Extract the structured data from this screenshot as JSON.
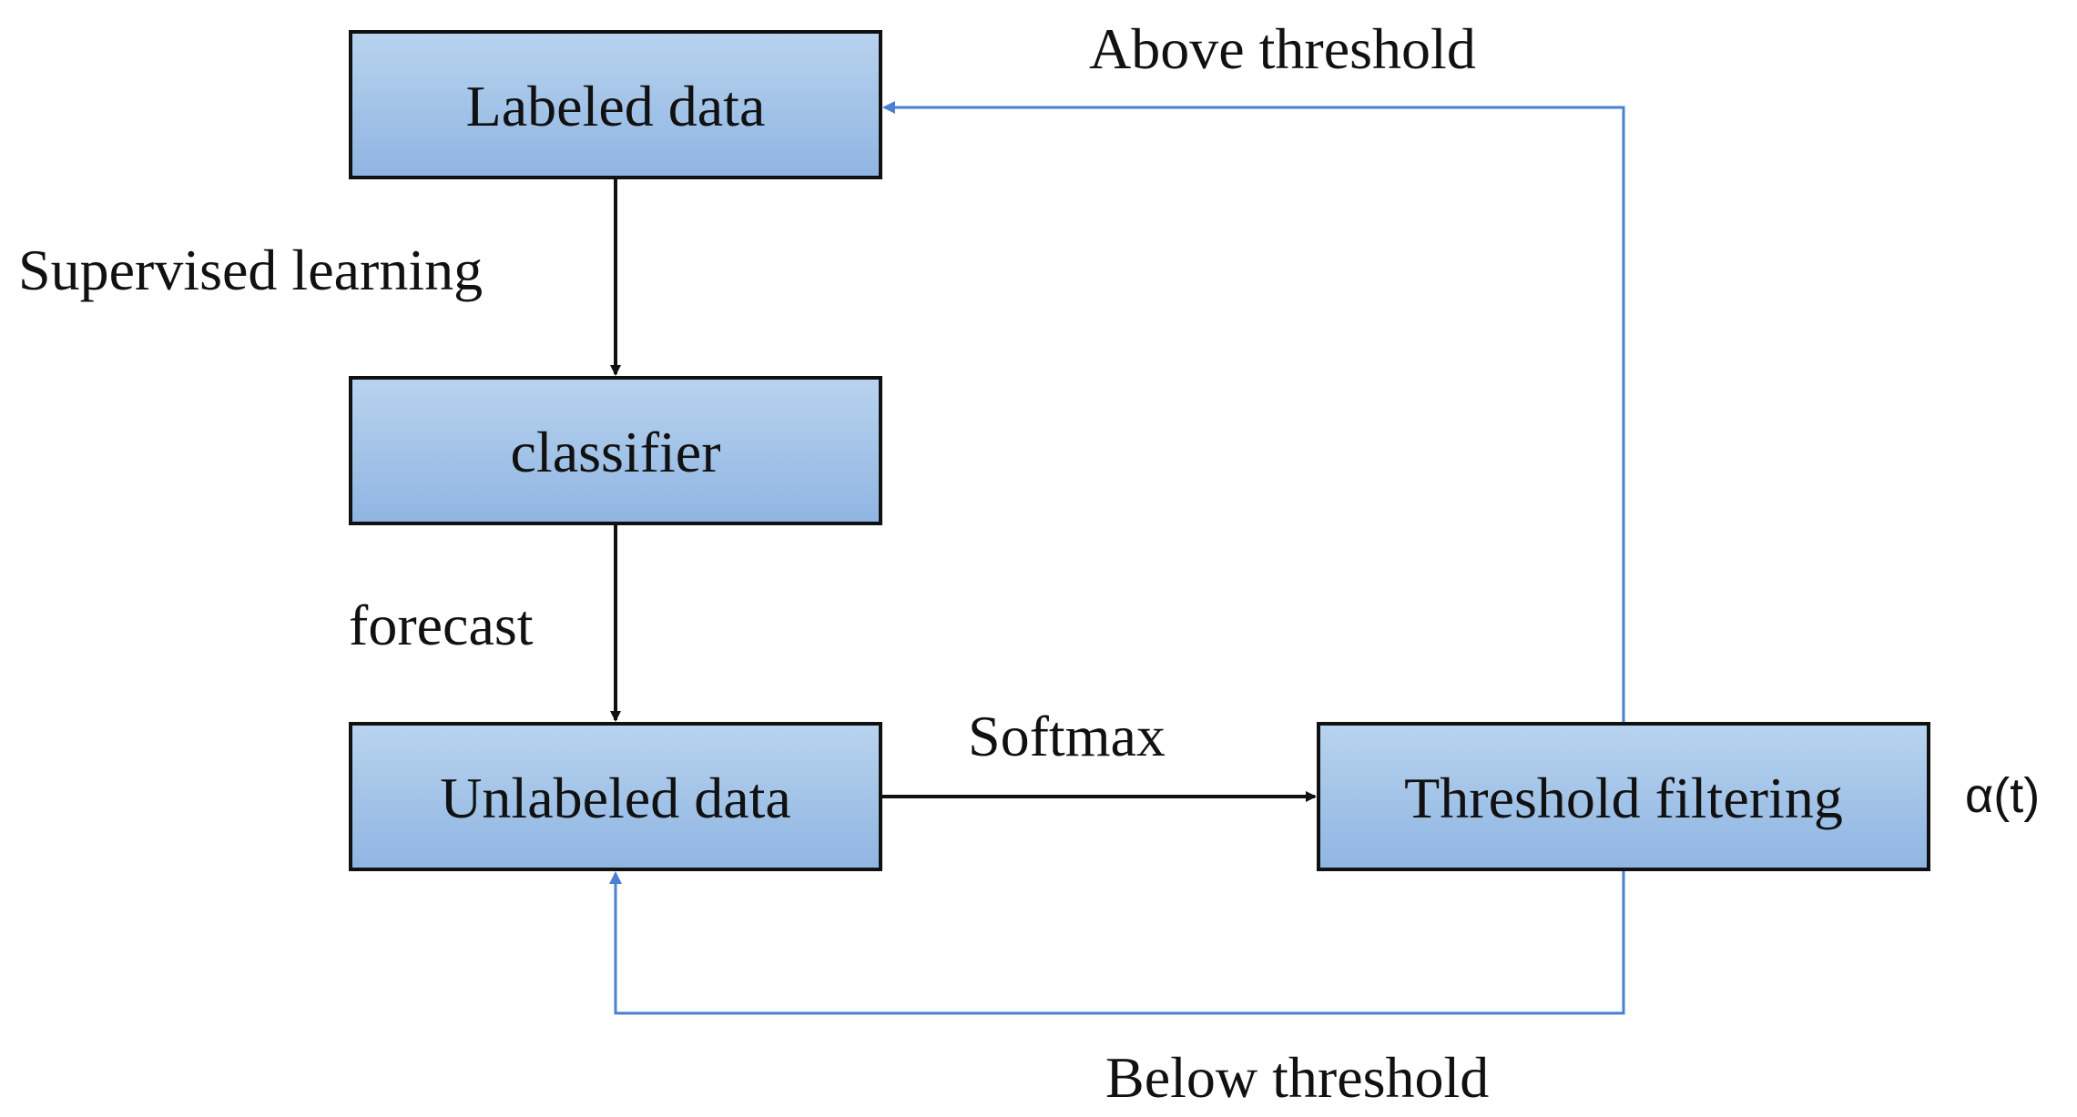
{
  "nodes": {
    "labeled": "Labeled data",
    "classifier": "classifier",
    "unlabeled": "Unlabeled data",
    "threshold": "Threshold filtering"
  },
  "edges": {
    "supervised": "Supervised learning",
    "forecast": "forecast",
    "softmax": "Softmax",
    "above": "Above threshold",
    "below": "Below threshold"
  },
  "annotations": {
    "alpha": "α(t)"
  },
  "colors": {
    "box_top": "#b8d3ee",
    "box_bottom": "#8fb5e2",
    "box_border": "#111111",
    "arrow_black": "#111111",
    "arrow_blue": "#4a7fd4"
  }
}
